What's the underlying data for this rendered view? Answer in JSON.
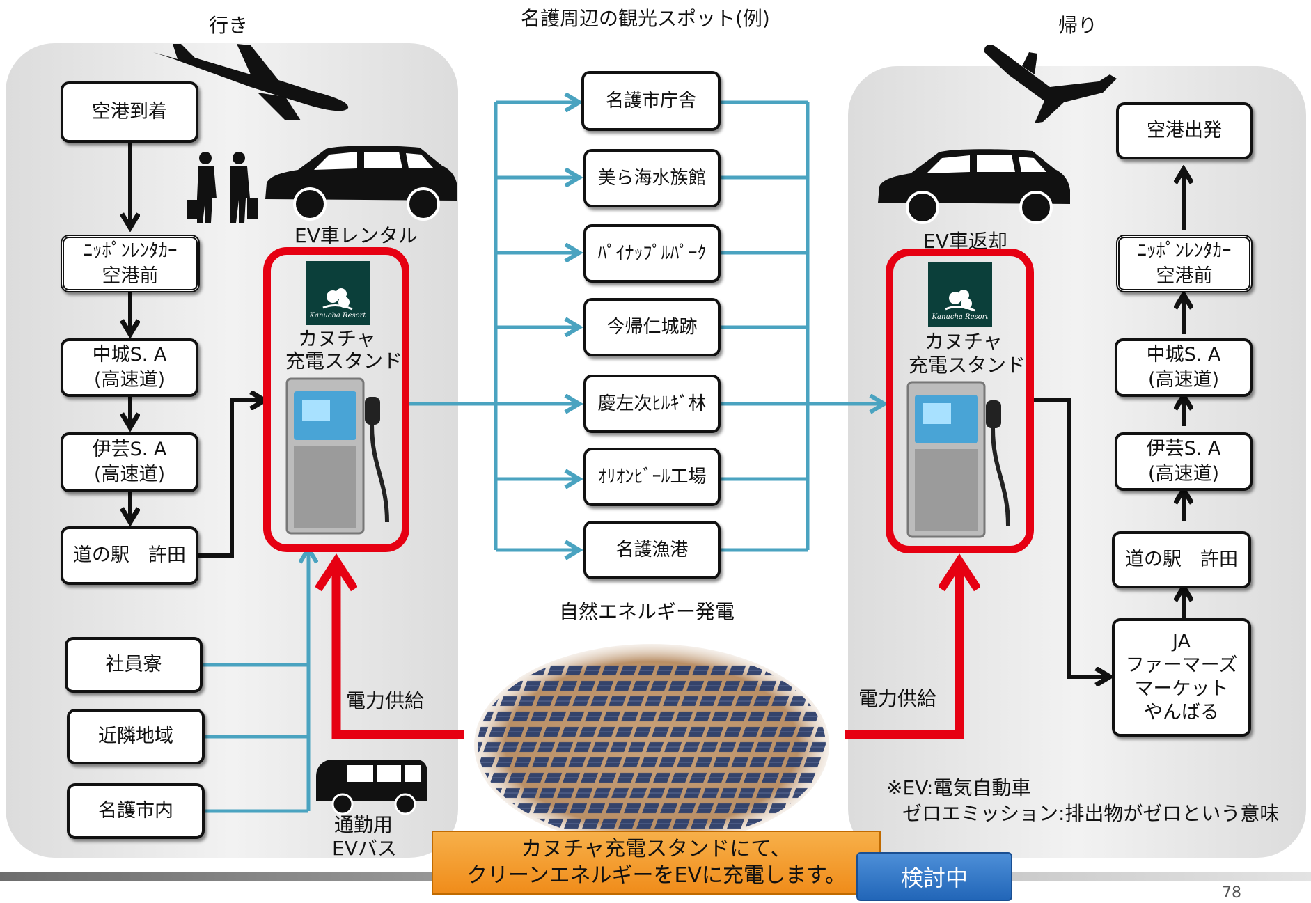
{
  "header": {
    "left": "行き",
    "center": "名護周辺の観光スポット(例)",
    "right": "帰り"
  },
  "left": {
    "boxes": {
      "airport_arrival": "空港到着",
      "rental_line1": "ﾆｯﾎﾟﾝﾚﾝﾀｶｰ",
      "rental_line2": "空港前",
      "nakagusuku_line1": "中城S. A",
      "nakagusuku_line2": "(高速道)",
      "ige_line1": "伊芸S. A",
      "ige_line2": "(高速道)",
      "michinoeki": "道の駅　許田",
      "dorm": "社員寮",
      "nearby": "近隣地域",
      "nago_city": "名護市内"
    },
    "ev_rental": "EV車レンタル",
    "station_line1": "カヌチャ",
    "station_line2": "充電スタンド",
    "power": "電力供給",
    "bus_line1": "通勤用",
    "bus_line2": "EVバス"
  },
  "spots": [
    "名護市庁舎",
    "美ら海水族館",
    "ﾊﾟｲﾅｯﾌﾟﾙﾊﾟｰｸ",
    "今帰仁城跡",
    "慶左次ﾋﾙｷﾞ林",
    "ｵﾘｵﾝﾋﾞｰﾙ工場",
    "名護漁港"
  ],
  "solar_label": "自然エネルギー発電",
  "right": {
    "ev_return": "EV車返却",
    "station_line1": "カヌチャ",
    "station_line2": "充電スタンド",
    "power": "電力供給",
    "boxes": {
      "airport_departure": "空港出発",
      "rental_line1": "ﾆｯﾎﾟﾝﾚﾝﾀｶｰ",
      "rental_line2": "空港前",
      "nakagusuku_line1": "中城S. A",
      "nakagusuku_line2": "(高速道)",
      "ige_line1": "伊芸S. A",
      "ige_line2": "(高速道)",
      "michinoeki": "道の駅　許田",
      "ja_line1": "JA",
      "ja_line2": "ファーマーズ",
      "ja_line3": "マーケット",
      "ja_line4": "やんばる"
    },
    "note_line1": "※EV:電気自動車",
    "note_line2": "ゼロエミッション:排出物がゼロという意味"
  },
  "logo_text": "Kanucha Resort",
  "callout_line1": "カヌチャ充電スタンドにて、",
  "callout_line2": "クリーンエネルギーをEVに充電します。",
  "status_button": "検討中",
  "page_number": "78",
  "colors": {
    "red": "#e60012",
    "teal": "#4aa3c0",
    "orange": "#f39a2c",
    "blue": "#2e77c9"
  }
}
